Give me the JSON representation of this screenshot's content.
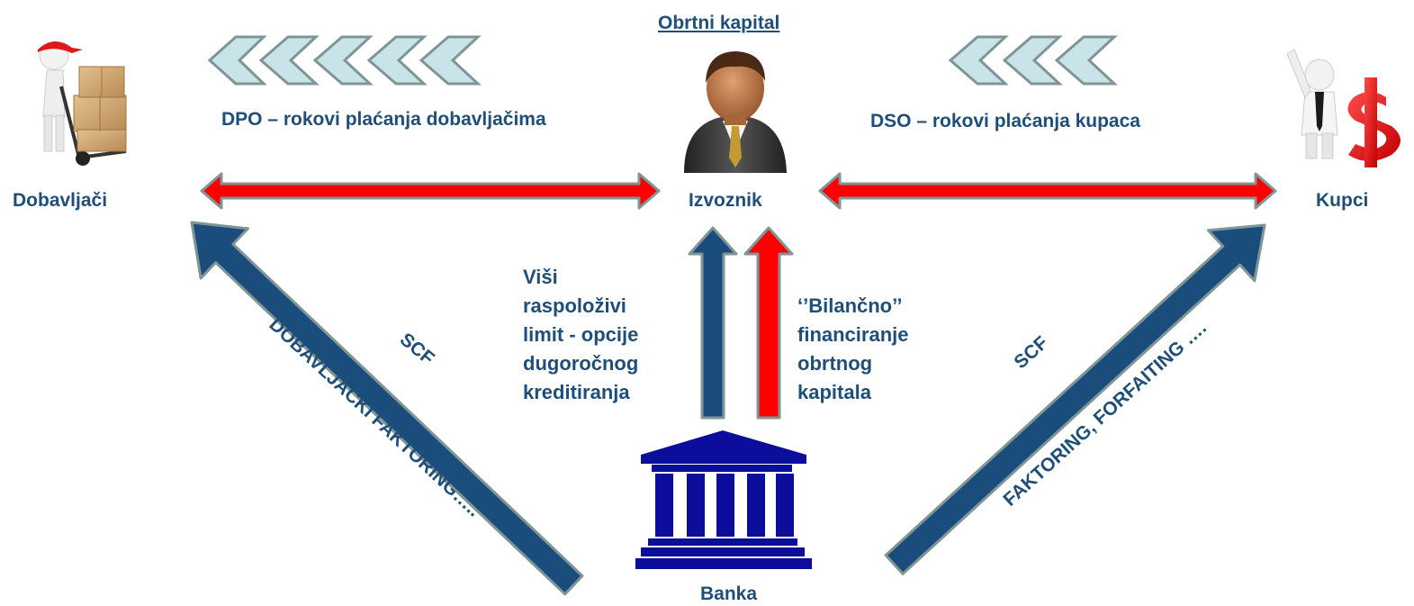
{
  "title": "Obrtni kapital",
  "nodes": {
    "suppliers": "Dobavljači",
    "exporter": "Izvoznik",
    "customers": "Kupci",
    "bank": "Banka"
  },
  "dpo_label": "DPO – rokovi plaćanja dobavljačima",
  "dso_label": "DSO – rokovi plaćanja kupaca",
  "left_diagonal": {
    "scf": "SCF",
    "text": "DOBAVLJAČKI FAKTORING….."
  },
  "right_diagonal": {
    "scf": "SCF",
    "text": "FAKTORING, FORFAITING …."
  },
  "left_center_text": [
    "Viši",
    "raspoloživi",
    "limit  - opcije",
    "dugoročnog",
    "kreditiranja"
  ],
  "right_center_text": [
    "‘’Bilančno’’",
    "financiranje",
    "obrtnog",
    "kapitala"
  ],
  "icons": {
    "suppliers": "delivery-person-with-boxes-icon",
    "exporter": "businessman-icon",
    "customers": "person-with-dollar-sign-icon",
    "bank": "bank-building-icon"
  },
  "colors": {
    "navy": "#1f4e79",
    "arrow_navy": "#1a4d7c",
    "red": "#ff0000",
    "chevron": "#c8e4e8",
    "gray": "#7f9596"
  }
}
